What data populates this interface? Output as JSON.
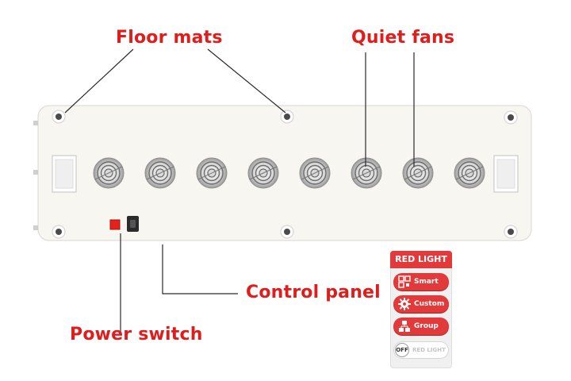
{
  "labels": {
    "floor_mats": "Floor mats",
    "quiet_fans": "Quiet fans",
    "control_panel": "Control panel",
    "power_switch": "Power switch"
  },
  "panel": {
    "title": "RED LIGHT",
    "buttons": [
      {
        "label": "Smart",
        "icon": "grid-icon"
      },
      {
        "label": "Custom",
        "icon": "gear-icon"
      },
      {
        "label": "Group",
        "icon": "group-icon"
      }
    ],
    "toggle": {
      "state_label": "OFF",
      "mode_label": "RED LIGHT"
    }
  },
  "colors": {
    "accent": "#e01d1d",
    "panel_red": "#e23a3a",
    "device_body": "#f7f6f1",
    "device_border": "#d9d7cf",
    "switch_red": "#e8201a"
  },
  "device": {
    "fan_count": 8
  }
}
